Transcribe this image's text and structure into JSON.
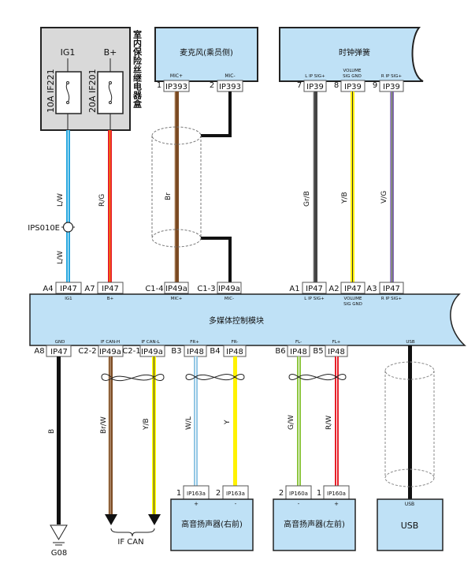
{
  "fuse_box": {
    "title": "室内保险丝继电器盒",
    "fuses": [
      {
        "terminal": "IG1",
        "label": "10A IF221"
      },
      {
        "terminal": "B+",
        "label": "20A IF201"
      }
    ]
  },
  "microphone": {
    "title": "麦克风(乘员侧)",
    "pins": [
      {
        "num": "1",
        "connector": "IP393",
        "signal": "MIC+"
      },
      {
        "num": "2",
        "connector": "IP393",
        "signal": "MIC-"
      }
    ],
    "wire_color": "Br"
  },
  "clock_spring": {
    "title": "时钟弹簧",
    "pins": [
      {
        "num": "7",
        "connector": "IP39",
        "signal": "L IP SIG+",
        "wire": "Gr/B"
      },
      {
        "num": "8",
        "connector": "IP39",
        "signal_line1": "VOLUME",
        "signal_line2": "SIG GND",
        "wire": "Y/B"
      },
      {
        "num": "9",
        "connector": "IP39",
        "signal": "R IP SIG+",
        "wire": "V/G"
      }
    ]
  },
  "splice": {
    "label": "IPS010E"
  },
  "fuse_wires": [
    {
      "upper": "L/W",
      "lower": "L/W"
    },
    {
      "label": "R/G"
    }
  ],
  "module": {
    "title": "多媒体控制模块",
    "top_pins": [
      {
        "num": "A4",
        "connector": "IP47",
        "signal": "IG1"
      },
      {
        "num": "A7",
        "connector": "IP47",
        "signal": "B+"
      },
      {
        "num": "C1-4",
        "connector": "IP49a",
        "signal": "MIC+"
      },
      {
        "num": "C1-3",
        "connector": "IP49a",
        "signal": "MIC-"
      },
      {
        "num": "A1",
        "connector": "IP47",
        "signal": "L IP SIG+"
      },
      {
        "num": "A2",
        "connector": "IP47",
        "signal_line1": "VOLUME",
        "signal_line2": "SIG GND"
      },
      {
        "num": "A3",
        "connector": "IP47",
        "signal": "R IP SIG+"
      }
    ],
    "bottom_pins": [
      {
        "num": "A8",
        "connector": "IP47",
        "signal": "GND",
        "wire": "B"
      },
      {
        "num": "C2-2",
        "connector": "IP49a",
        "signal": "IF CAN-H",
        "wire": "Br/W"
      },
      {
        "num": "C2-1",
        "connector": "IP49a",
        "signal": "IF CAN-L",
        "wire": "Y/B"
      },
      {
        "num": "B3",
        "connector": "IP48",
        "signal": "FR+",
        "wire": "W/L"
      },
      {
        "num": "B4",
        "connector": "IP48",
        "signal": "FR-",
        "wire": "Y"
      },
      {
        "num": "B6",
        "connector": "IP48",
        "signal": "FL-",
        "wire": "G/W"
      },
      {
        "num": "B5",
        "connector": "IP48",
        "signal": "FL+",
        "wire": "R/W"
      },
      {
        "signal": "USB"
      }
    ]
  },
  "ground": {
    "label": "G08"
  },
  "can_bus": {
    "label": "IF CAN"
  },
  "speaker_right": {
    "title": "高音扬声器(右前)",
    "pins": [
      {
        "num": "1",
        "connector": "IP163a",
        "polarity": "+"
      },
      {
        "num": "2",
        "connector": "IP163a",
        "polarity": "-"
      }
    ]
  },
  "speaker_left": {
    "title": "高音扬声器(左前)",
    "pins": [
      {
        "num": "2",
        "connector": "IP160a",
        "polarity": "-"
      },
      {
        "num": "1",
        "connector": "IP160a",
        "polarity": "+"
      }
    ]
  },
  "usb": {
    "title": "USB",
    "pin_signal": "USB"
  },
  "colors": {
    "box_fill": "#bfe1f6",
    "fuse_box_fill": "#d9d9d9",
    "light_blue": "#29a8e0",
    "red": "#e8202a",
    "brown": "#7b4a22",
    "yellow": "#fff200",
    "purple": "#7b5ea7",
    "green": "#8dc63f",
    "gray": "#444444"
  }
}
